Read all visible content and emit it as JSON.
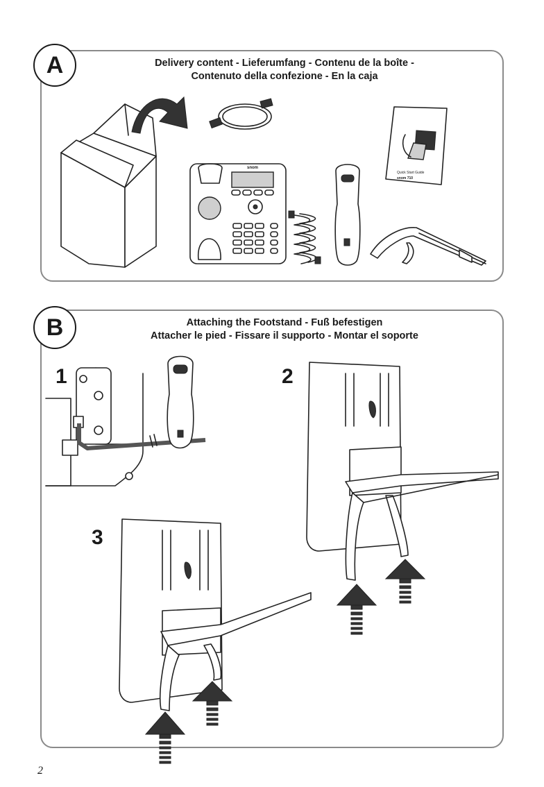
{
  "panel_a": {
    "badge": "A",
    "title_line1": "Delivery content - Lieferumfang - Contenu de la boîte -",
    "title_line2": "Contenuto della confezione - En la caja",
    "quick_guide": {
      "heading": "Quick Start Guide",
      "model": "snom 710"
    },
    "phone_brand": "snom"
  },
  "panel_b": {
    "badge": "B",
    "title_line1": "Attaching the Footstand - Fuß befestigen",
    "title_line2": "Attacher le pied - Fissare il supporto - Montar el soporte",
    "steps": [
      "1",
      "2",
      "3"
    ]
  },
  "page_number": "2",
  "colors": {
    "line": "#222222",
    "border": "#8a8a8a",
    "fill_gray": "#cfcfcf"
  }
}
